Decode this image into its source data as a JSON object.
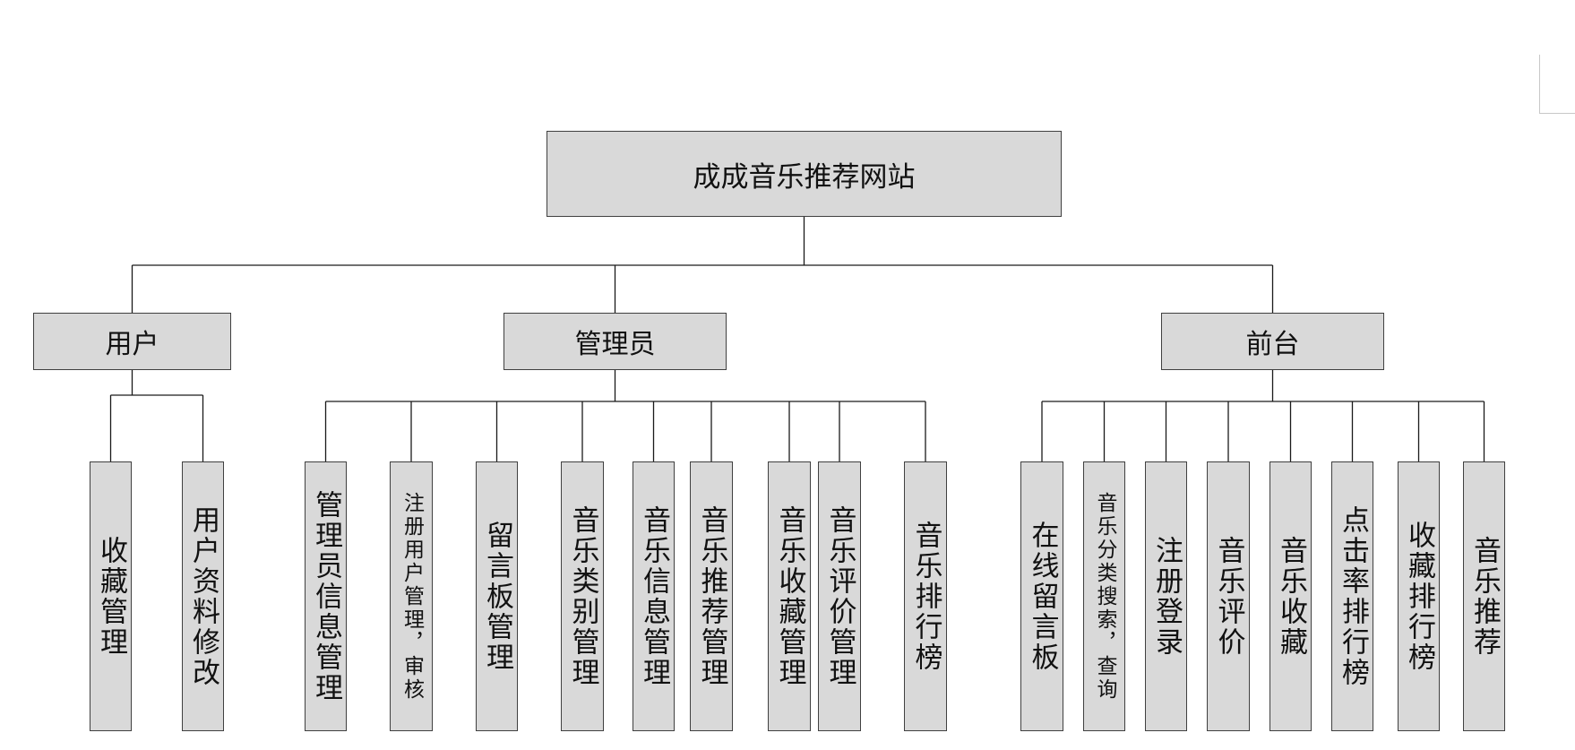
{
  "root": {
    "label": "成成音乐推荐网站"
  },
  "categories": [
    {
      "label": "用户",
      "children": [
        "收藏管理",
        "用户资料修改"
      ]
    },
    {
      "label": "管理员",
      "children": [
        "管理员信息管理",
        "注册用户管理，审核",
        "留言板管理",
        "音乐类别管理",
        "音乐信息管理",
        "音乐推荐管理",
        "音乐收藏管理",
        "音乐评价管理",
        "音乐排行榜"
      ]
    },
    {
      "label": "前台",
      "children": [
        "在线留言板",
        "音乐分类搜索，查询",
        "注册登录",
        "音乐评价",
        "音乐收藏",
        "点击率排行榜",
        "收藏排行榜",
        "音乐推荐"
      ]
    }
  ]
}
